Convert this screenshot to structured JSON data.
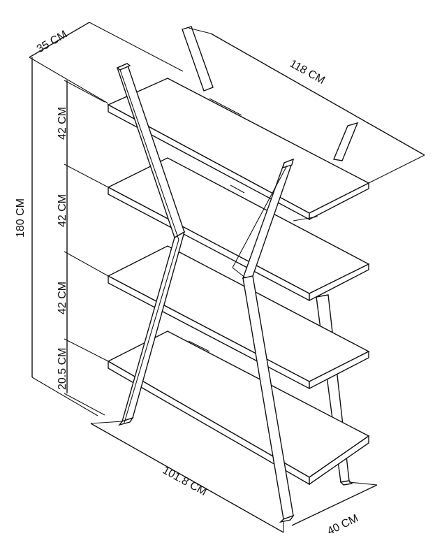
{
  "dimensions": {
    "depth_top": "35 CM",
    "width_top": "118 CM",
    "total_height": "180 CM",
    "shelf_gap_1": "42 CM",
    "shelf_gap_2": "42 CM",
    "shelf_gap_3": "42 CM",
    "bottom_gap": "20.5 CM",
    "base_width": "101.8 CM",
    "base_depth": "40 CM"
  }
}
